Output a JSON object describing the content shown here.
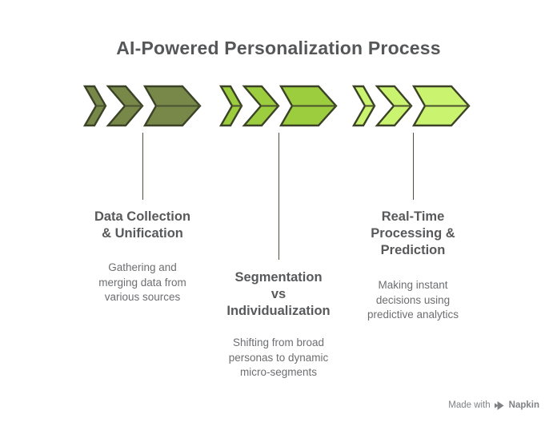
{
  "title": "AI-Powered Personalization Process",
  "colors": {
    "background": "#ffffff",
    "title_text": "#565759",
    "heading_text": "#58595b",
    "description_text": "#6d6e71",
    "connector_line": "#50523f",
    "chevron_outline": "#3b4227",
    "chevron_fold": "#4a5230",
    "footer_text": "#7f8184",
    "step1_fill": "#778849",
    "step2_fill": "#9ccd3e",
    "step3_fill": "#caf36f"
  },
  "steps": [
    {
      "heading": "Data Collection\n& Unification",
      "description": "Gathering and\nmerging data from\nvarious sources",
      "fill": "#778849"
    },
    {
      "heading": "Segmentation\nvs\nIndividualization",
      "description": "Shifting from broad\npersonas to dynamic\nmicro-segments",
      "fill": "#9ccd3e"
    },
    {
      "heading": "Real-Time\nProcessing &\nPrediction",
      "description": "Making instant\ndecisions using\npredictive analytics",
      "fill": "#caf36f"
    }
  ],
  "footer": {
    "made_with": "Made with",
    "brand": "Napkin"
  }
}
